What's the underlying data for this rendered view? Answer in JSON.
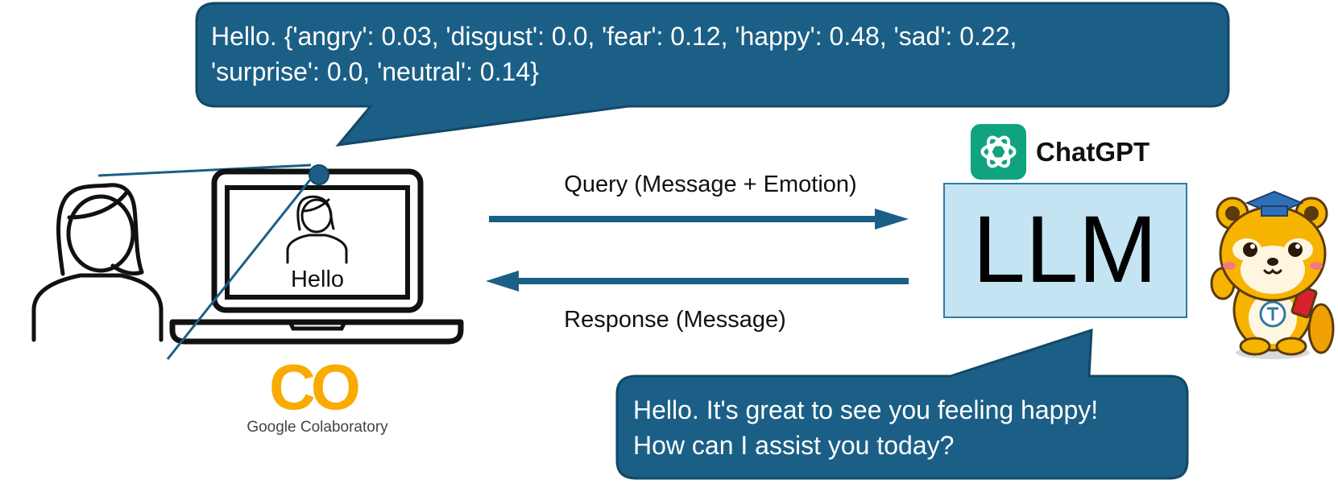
{
  "top_bubble": {
    "line1": "Hello. {'angry': 0.03,   'disgust': 0.0,   'fear': 0.12,   'happy': 0.48,   'sad': 0.22,",
    "line2": "'surprise': 0.0,   'neutral': 0.14}"
  },
  "bottom_bubble": {
    "line1": "Hello. It's great to see you feeling happy!",
    "line2": "How can I assist you today?"
  },
  "laptop_screen_text": "Hello",
  "query_label": "Query (Message + Emotion)",
  "response_label": "Response (Message)",
  "llm_label": "LLM",
  "chatgpt_label": "ChatGPT",
  "colab": {
    "logo_text": "CO",
    "label": "Google Colaboratory"
  },
  "icons": [
    "person-icon",
    "laptop-icon",
    "webcam-icon",
    "chatgpt-logo-icon",
    "mascot-icon",
    "colab-logo-icon"
  ],
  "colors": {
    "bubble": "#1b5f86",
    "bubble_border": "#134866",
    "arrow": "#1b5f86",
    "llm_fill": "#c5e4f3",
    "llm_border": "#2f7aa6",
    "chatgpt_green": "#10a37f",
    "colab_yellow": "#f9ab00",
    "colab_orange": "#e8710a"
  }
}
